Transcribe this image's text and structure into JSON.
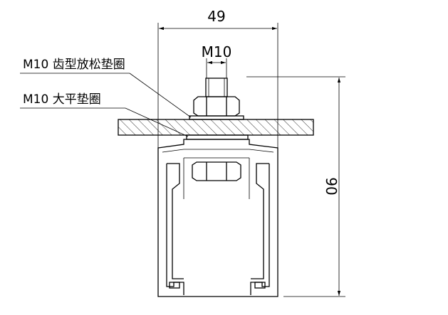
{
  "dimensions": {
    "width_label": "49",
    "bolt_label": "M10",
    "height_label": "90"
  },
  "callouts": {
    "lock_washer": "M10 齿型放松垫圈",
    "flat_washer": "M10 大平垫圈"
  }
}
